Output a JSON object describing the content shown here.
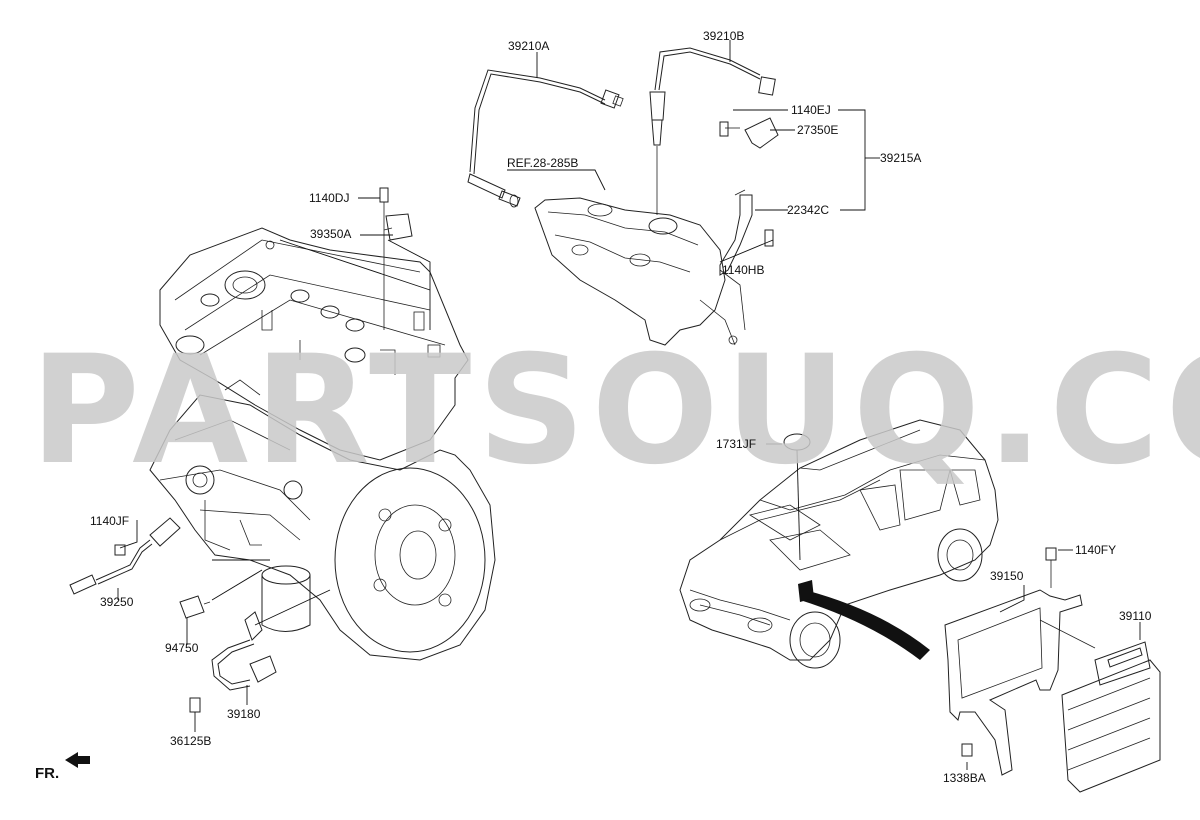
{
  "labels": {
    "p39210A": "39210A",
    "p39210B": "39210B",
    "p1140EJ": "1140EJ",
    "p27350E": "27350E",
    "p39215A": "39215A",
    "p22342C": "22342C",
    "p1140HB": "1140HB",
    "pREF": "REF.28-285B",
    "p1140DJ": "1140DJ",
    "p39350A": "39350A",
    "p1731JF": "1731JF",
    "p1140FY": "1140FY",
    "p39150": "39150",
    "p39110": "39110",
    "p1338BA": "1338BA",
    "p1140JF": "1140JF",
    "p39250": "39250",
    "p94750": "94750",
    "p39180": "39180",
    "p36125B": "36125B"
  },
  "front_indicator": "FR.",
  "watermark": "PARTSOUQ.COM"
}
